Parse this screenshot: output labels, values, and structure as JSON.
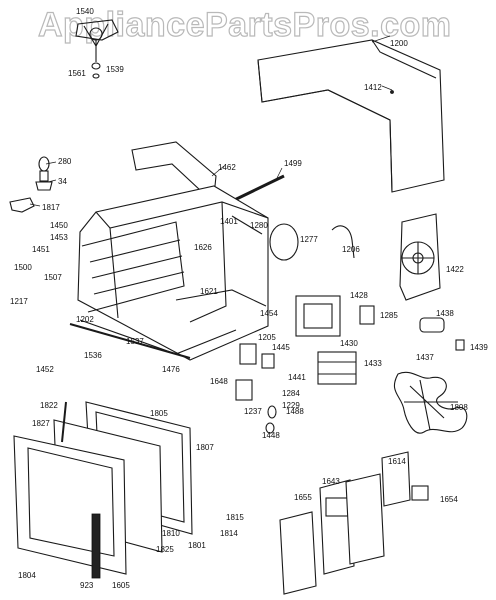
{
  "watermark": "AppliancePartsPros.com",
  "diagram": {
    "part_labels": [
      "1540",
      "1561",
      "1539",
      "1200",
      "1412",
      "280",
      "34",
      "1462",
      "1499",
      "1817",
      "1450",
      "1453",
      "1451",
      "1500",
      "1507",
      "1401",
      "1280",
      "1277",
      "1206",
      "1626",
      "1422",
      "1217",
      "1202",
      "1621",
      "1454",
      "1428",
      "1285",
      "1438",
      "1439",
      "1537",
      "1536",
      "1452",
      "1476",
      "1205",
      "1445",
      "1430",
      "1433",
      "1437",
      "1441",
      "1284",
      "1229",
      "1237",
      "1488",
      "1448",
      "1648",
      "1808",
      "1822",
      "1805",
      "1827",
      "1807",
      "1804",
      "1810",
      "1825",
      "1815",
      "1814",
      "1801",
      "923",
      "1605",
      "1655",
      "1643",
      "1614",
      "1654"
    ]
  }
}
